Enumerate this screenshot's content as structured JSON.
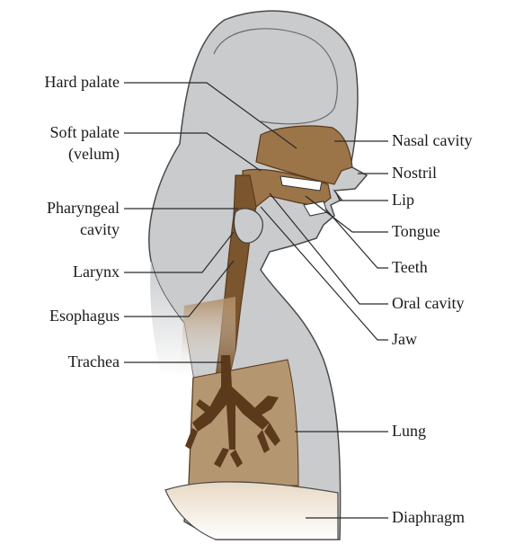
{
  "labels": {
    "hard_palate": "Hard palate",
    "soft_palate_1": "Soft palate",
    "soft_palate_2": "(velum)",
    "pharyngeal_1": "Pharyngeal",
    "pharyngeal_2": "cavity",
    "larynx": "Larynx",
    "esophagus": "Esophagus",
    "trachea": "Trachea",
    "nasal_cavity": "Nasal cavity",
    "nostril": "Nostril",
    "lip": "Lip",
    "tongue": "Tongue",
    "teeth": "Teeth",
    "oral_cavity": "Oral cavity",
    "jaw": "Jaw",
    "lung": "Lung",
    "diaphragm": "Diaphragm"
  },
  "colors": {
    "body": "#c9cbcd",
    "body_outline": "#4a4a4a",
    "tract": "#9b7448",
    "tract_dark": "#5b3a1c",
    "lung": "#b49670",
    "skin_fade": "#c9a67c",
    "leader": "#2a2a2a"
  }
}
